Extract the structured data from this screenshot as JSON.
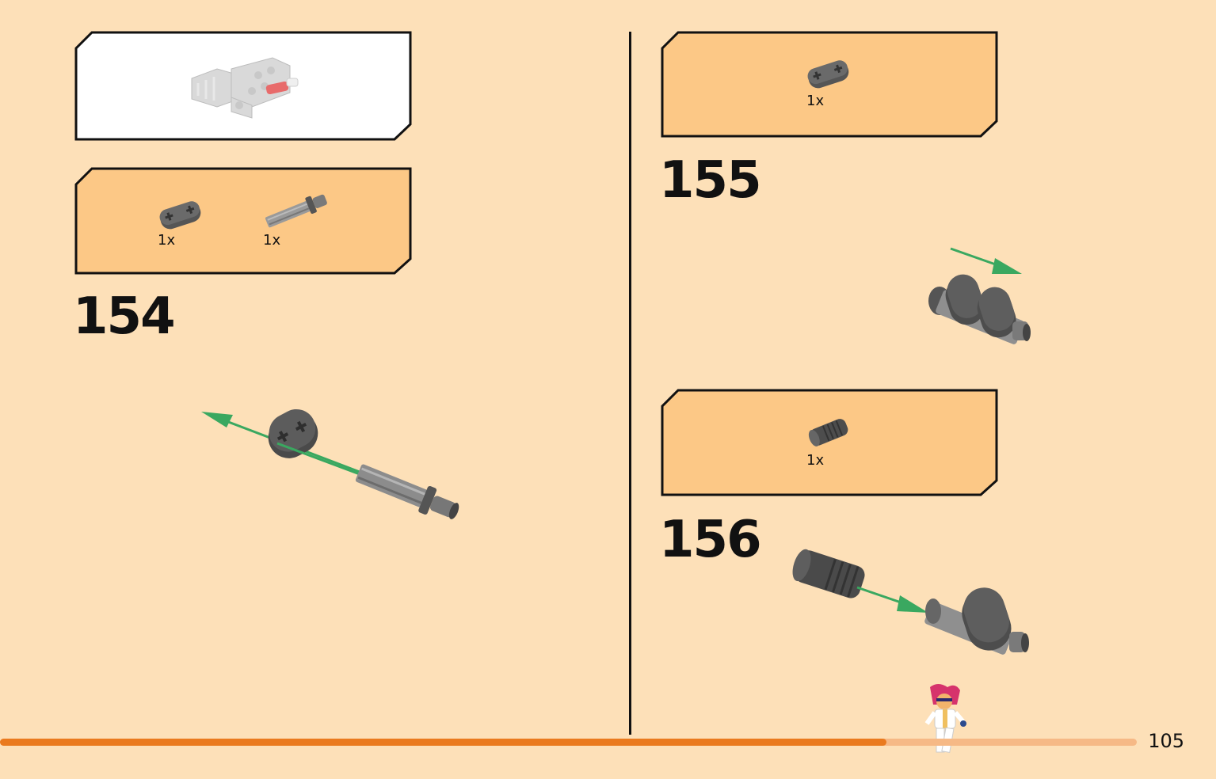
{
  "page": {
    "number": "105",
    "progress_fraction": 0.78
  },
  "colors": {
    "page_background": "#fde0b8",
    "parts_box": "#fcc886",
    "subassembly_box": "#ffffff",
    "arrow": "#3aa860",
    "progress_fill": "#ea7a1e",
    "progress_track": "#f6b986",
    "brick_dark": "#555555",
    "brick_light": "#bfbfbf"
  },
  "left_page": {
    "subassembly_box": {
      "icon": "subassembly-preview-icon"
    },
    "parts_box": {
      "parts": [
        {
          "icon": "beam-2-icon",
          "qty": "1x"
        },
        {
          "icon": "axle-pin-icon",
          "qty": "1x"
        }
      ]
    },
    "step": {
      "number": "154"
    }
  },
  "right_page": {
    "step_155": {
      "parts": [
        {
          "icon": "beam-2-icon",
          "qty": "1x"
        }
      ],
      "number": "155"
    },
    "step_156": {
      "parts": [
        {
          "icon": "bush-icon",
          "qty": "1x"
        }
      ],
      "number": "156"
    }
  },
  "mascot": {
    "icon": "minifigure-icon"
  }
}
